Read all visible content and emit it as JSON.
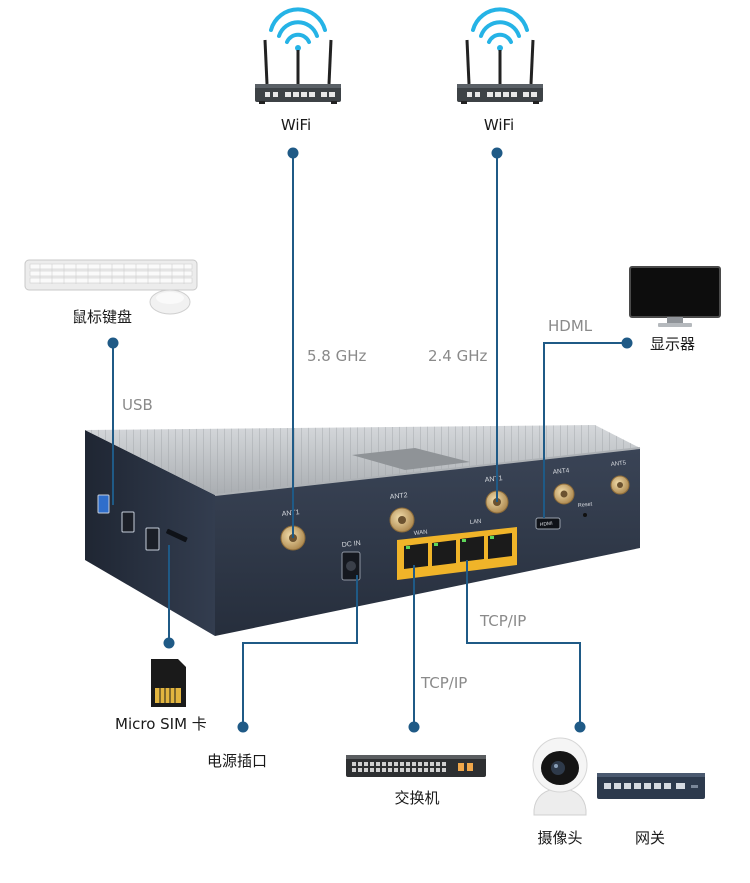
{
  "labels": {
    "wifi_left": "WiFi",
    "wifi_right": "WiFi",
    "band_5g": "5.8 GHz",
    "band_24g": "2.4 GHz",
    "keyboard_mouse": "鼠标键盘",
    "usb": "USB",
    "hdml": "HDML",
    "display": "显示器",
    "micro_sim": "Micro SIM 卡",
    "power_socket": "电源插口",
    "tcp_ip_1": "TCP/IP",
    "tcp_ip_2": "TCP/IP",
    "switch": "交换机",
    "camera": "摄像头",
    "gateway": "网关"
  },
  "device": {
    "ports": {
      "ant1": "ANT1",
      "ant2": "ANT2",
      "ant3": "ANT1",
      "ant4": "ANT4",
      "ant5": "ANT5",
      "dc_in": "DC IN",
      "wan": "WAN",
      "lan": "LAN",
      "reset": "Reset",
      "hdmi": "HDMI"
    }
  },
  "colors": {
    "connector_line": "#1f5a86",
    "connector_dot": "#1f5a86",
    "case_dark": "#313b4d",
    "case_top": "#bfc3c7",
    "rj45_yellow": "#f0b429",
    "sma_gold": "#c9a467"
  }
}
